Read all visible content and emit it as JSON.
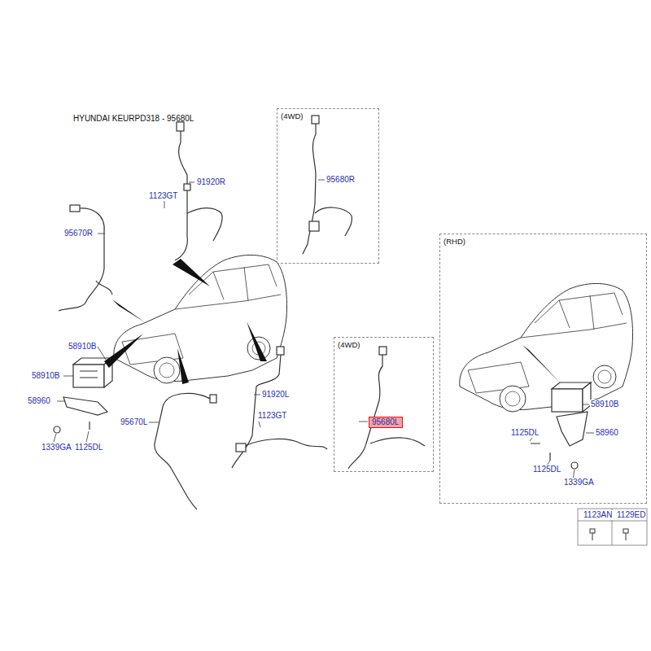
{
  "diagram": {
    "title": "HYUNDAI KEURPD318 - 95680L",
    "nodes": [
      {
        "text": [
          "(4WD)"
        ]
      },
      {
        "text": [
          "(RHD)"
        ]
      },
      {
        "text": [
          "(4WD)"
        ]
      },
      {
        "text": [
          "95680L"
        ],
        "in": 2
      }
    ],
    "labels": [
      "91920R",
      "1123GT",
      "95680R",
      "95670R",
      "58910B",
      "58910B",
      "58960",
      "1339GA",
      "1125DL",
      "95670L",
      "91920L",
      "1123GT",
      "58910B",
      "1125DL",
      "58960",
      "1125DL",
      "1339GA",
      "1123AN",
      "1129ED"
    ]
  }
}
